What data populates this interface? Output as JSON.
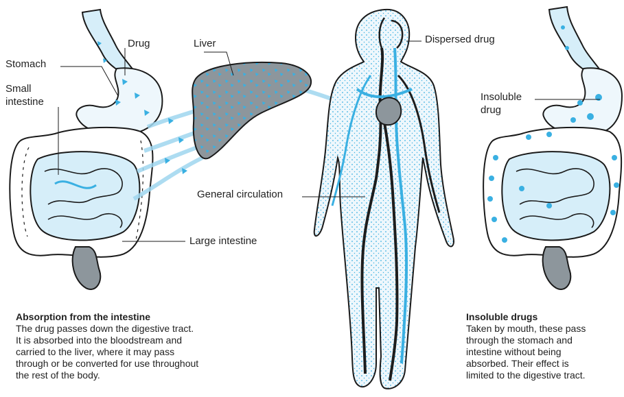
{
  "labels": {
    "drug": "Drug",
    "liver": "Liver",
    "dispersed_drug": "Dispersed drug",
    "stomach": "Stomach",
    "small_intestine_1": "Small",
    "small_intestine_2": "intestine",
    "insoluble_drug_1": "Insoluble",
    "insoluble_drug_2": "drug",
    "general_circulation": "General circulation",
    "large_intestine": "Large intestine"
  },
  "captions": {
    "absorption": {
      "title": "Absorption from the intestine",
      "lines": [
        "The drug passes down the digestive tract.",
        "It is absorbed into the bloodstream and",
        "carried to the liver, where it may pass",
        "through or be converted for use throughout",
        "the rest of the body."
      ]
    },
    "insoluble": {
      "title": "Insoluble drugs",
      "lines": [
        "Taken by mouth, these pass",
        "through the stomach and",
        "intestine without being",
        "absorbed. Their effect is",
        "limited to the digestive tract."
      ]
    }
  },
  "colors": {
    "drug_blue": "#3ab0e2",
    "pale_blue": "#d6eef9",
    "liver_grey": "#8d969c",
    "outline": "#1a1a1a",
    "vein": "#1d1d1d"
  }
}
